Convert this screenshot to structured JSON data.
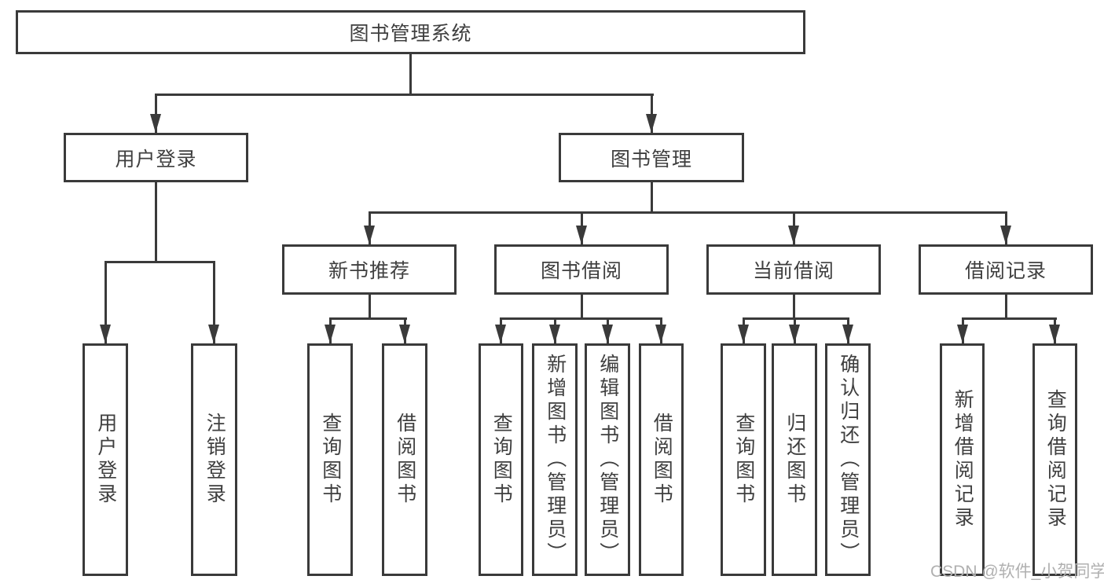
{
  "root": {
    "label": "图书管理系统"
  },
  "level2": [
    "用户登录",
    "图书管理"
  ],
  "level3": [
    "新书推荐",
    "图书借阅",
    "当前借阅",
    "借阅记录"
  ],
  "leaves": [
    "用户登录",
    "注销登录",
    "查询图书",
    "借阅图书",
    "查询图书",
    "新增图书（管理员）",
    "编辑图书（管理员）",
    "借阅图书",
    "查询图书",
    "归还图书",
    "确认归还（管理员）",
    "新增借阅记录",
    "查询借阅记录"
  ],
  "watermark": {
    "text": "CSDN @软件_小贺同学"
  },
  "colors": {
    "line": "#3a3a3a",
    "text": "#3f3f3f",
    "box_background": "#ffffff",
    "page_background": "#ffffff",
    "watermark": "#b0b0b0"
  }
}
